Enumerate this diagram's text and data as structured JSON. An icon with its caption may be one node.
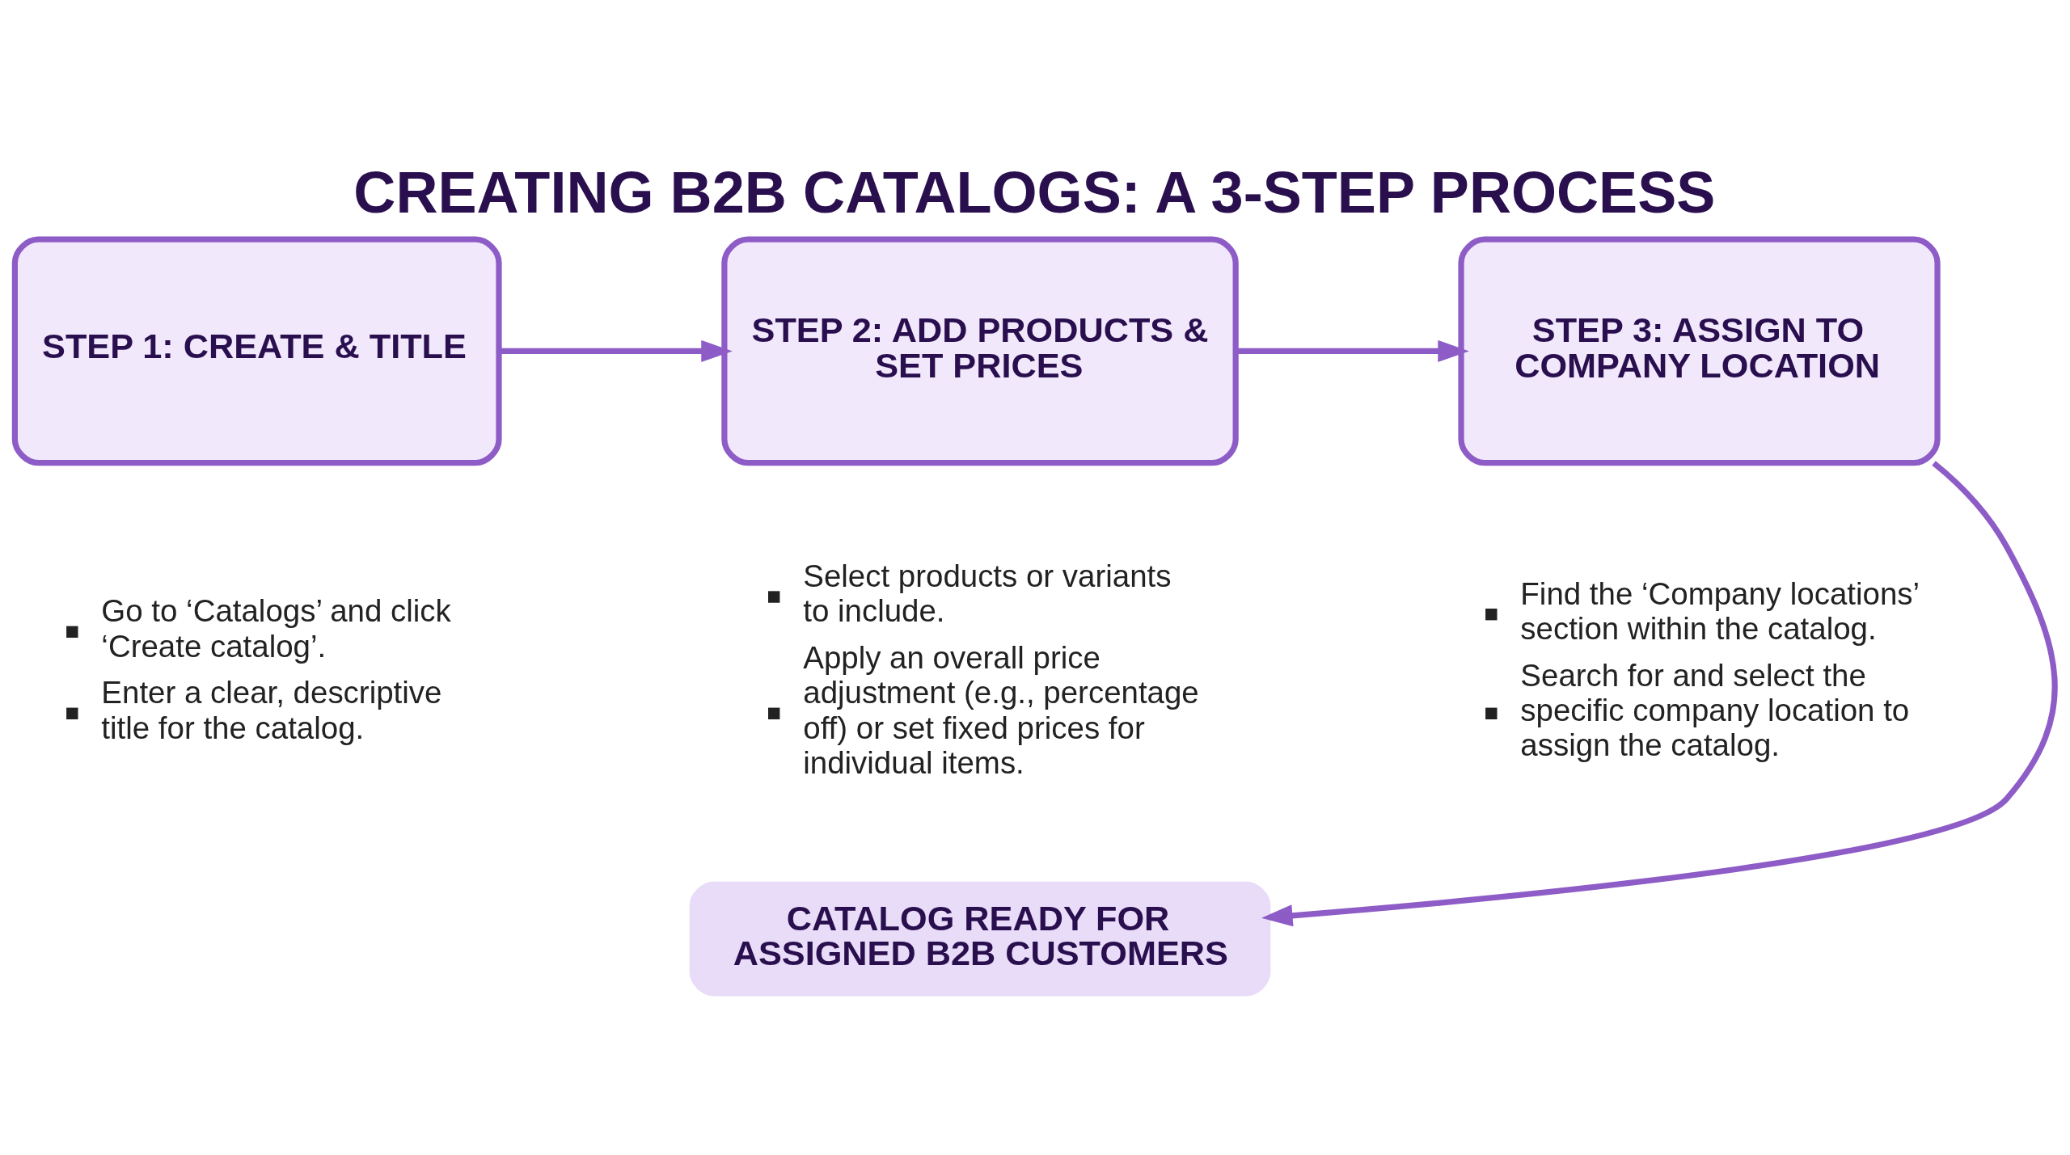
{
  "diagram": {
    "title": "CREATING B2B CATALOGS: A 3-STEP PROCESS",
    "nodes": [
      {
        "text": [
          "STEP 1: CREATE & TITLE"
        ],
        "beside": [
          "Go to ‘Catalogs’ and click ‘Create catalog’.",
          "Enter a clear, descriptive title for the catalog."
        ]
      },
      {
        "text": [
          "STEP 2: ADD PRODUCTS & SET PRICES"
        ],
        "beside": [
          "Select products or variants to include.",
          "Apply an overall price adjustment (e.g., percentage off) or set fixed prices for individual items."
        ]
      },
      {
        "text": [
          "STEP 3: ASSIGN TO COMPANY LOCATION"
        ],
        "beside": [
          "Find the ‘Company locations’ section within the catalog.",
          "Search for and select the specific company location to assign the catalog."
        ]
      },
      {
        "text": [
          "CATALOG READY FOR ASSIGNED B2B CUSTOMERS"
        ]
      }
    ],
    "edges": [
      {
        "from": 0,
        "to": 1,
        "arrow": "to"
      },
      {
        "from": 1,
        "to": 2,
        "arrow": "to"
      },
      {
        "from": 2,
        "to": 3,
        "arrow": "to"
      }
    ]
  }
}
